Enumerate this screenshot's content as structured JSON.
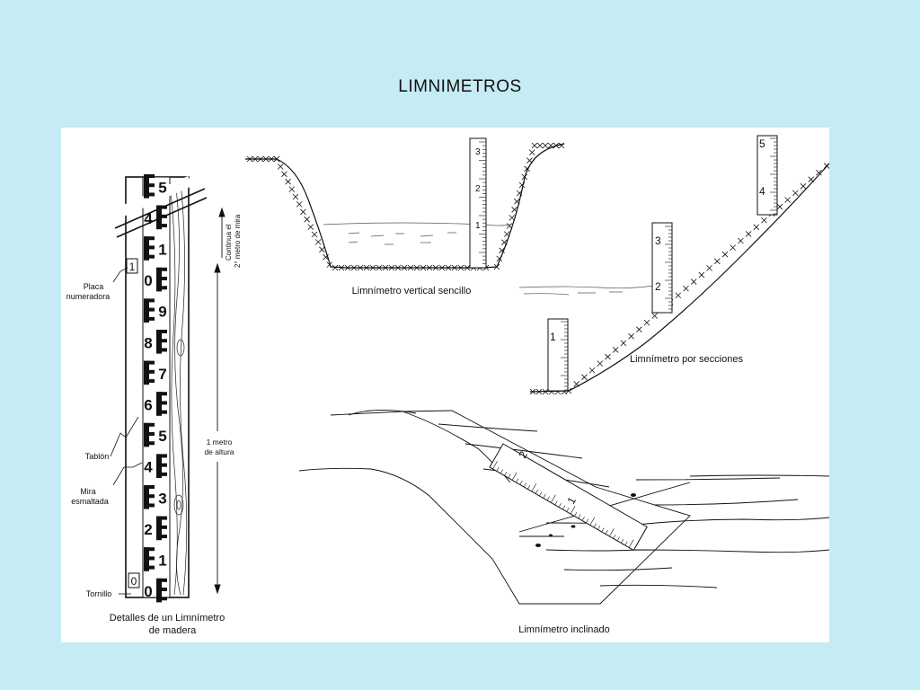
{
  "slide": {
    "title": "LIMNIMETROS"
  },
  "diagram": {
    "wood_detail": {
      "caption_line1": "Detalles de un Limnímetro",
      "caption_line2": "de madera",
      "labels": {
        "placa_line1": "Placa",
        "placa_line2": "numeradora",
        "tablon": "Tablón",
        "mira_line1": "Mira",
        "mira_line2": "esmaltada",
        "tornillo": "Tornillo",
        "continua_line1": "Continua el",
        "continua_line2": "2° metro de mira",
        "metro_line1": "1 metro",
        "metro_line2": "de altura"
      },
      "plate_top": "1",
      "plate_bottom": "0",
      "scale_digits": [
        "5",
        "4",
        "1",
        "0",
        "9",
        "8",
        "7",
        "6",
        "5",
        "4",
        "3",
        "2",
        "1",
        "0"
      ]
    },
    "vertical": {
      "caption": "Limnímetro vertical sencillo",
      "scale": [
        "3",
        "2",
        "1"
      ]
    },
    "sections": {
      "caption": "Limnímetro por secciones",
      "gauges": [
        "1",
        "2",
        "3",
        "4",
        "5"
      ]
    },
    "inclined": {
      "caption": "Limnímetro inclinado",
      "scale": [
        "2",
        "1"
      ]
    }
  }
}
